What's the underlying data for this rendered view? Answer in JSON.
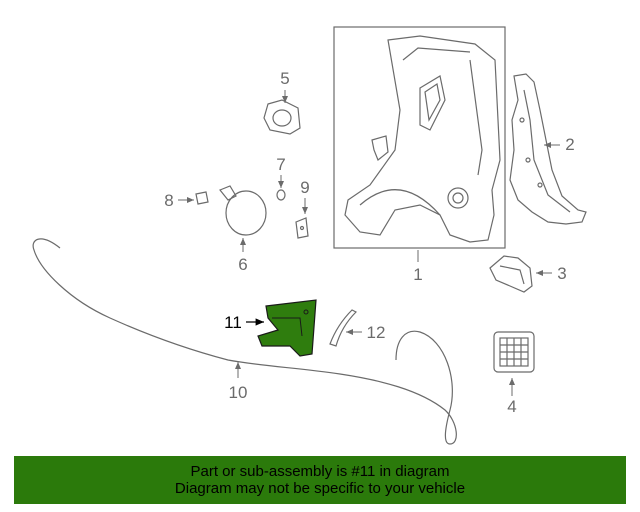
{
  "diagram": {
    "callouts": [
      "1",
      "2",
      "3",
      "4",
      "5",
      "6",
      "7",
      "8",
      "9",
      "10",
      "11",
      "12"
    ],
    "highlighted_part": "11",
    "colors": {
      "line": "#6b6b6b",
      "highlight_fill": "#2f7d0e",
      "banner_bg": "#2b7a0b"
    }
  },
  "banner": {
    "line1": "Part or sub-assembly is #11 in diagram",
    "line2": "Diagram may not be specific to your vehicle"
  }
}
